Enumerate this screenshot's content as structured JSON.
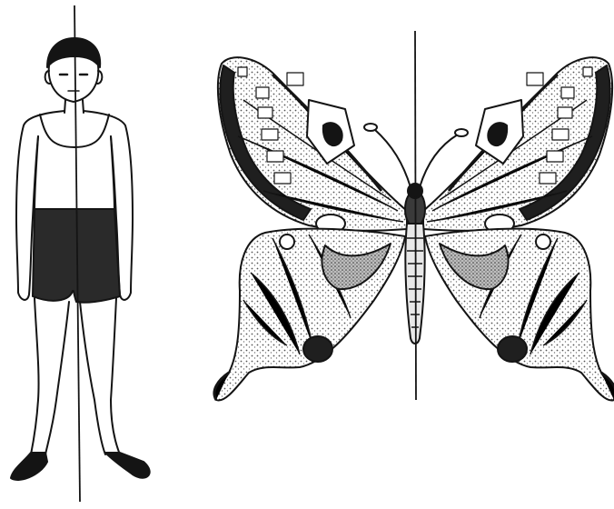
{
  "colors": {
    "ink": "#141414",
    "paper": "#ffffff",
    "shade": "#2a2a2a",
    "speckle": "#6a6a6a"
  },
  "figures": [
    {
      "subject": "human-figure",
      "symmetry_axis": "vertical"
    },
    {
      "subject": "butterfly",
      "symmetry_axis": "vertical"
    }
  ]
}
